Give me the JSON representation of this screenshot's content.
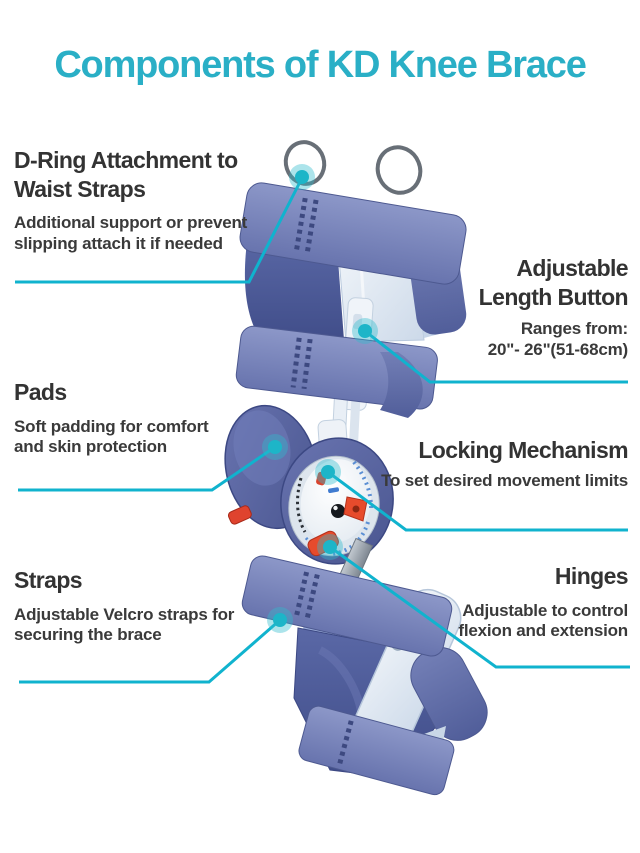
{
  "title": "Components of KD Knee Brace",
  "colors": {
    "title_teal": "#2aafc6",
    "callout_line": "#10b3ce",
    "callout_dot": "#1db5c8",
    "heading_text": "#333333",
    "strap_blue": "#7480b6",
    "pad_navy": "#49558f",
    "plastic_light": "#dce6f2",
    "lock_red": "#e74b2c"
  },
  "callouts": {
    "left": [
      {
        "heading": "D-Ring Attachment to\nWaist Straps",
        "description": "Additional support or prevent\nslipping attach it if needed"
      },
      {
        "heading": "Pads",
        "description": "Soft padding for comfort\nand skin protection"
      },
      {
        "heading": "Straps",
        "description": "Adjustable Velcro straps for\nsecuring the brace"
      }
    ],
    "right": [
      {
        "heading": "Adjustable\nLength Button",
        "description": "Ranges from:\n20\"- 26\"(51-68cm)"
      },
      {
        "heading": "Locking Mechanism",
        "description": "To set desired movement limits"
      },
      {
        "heading": "Hinges",
        "description": "Adjustable to control\nflexion and extension"
      }
    ]
  }
}
